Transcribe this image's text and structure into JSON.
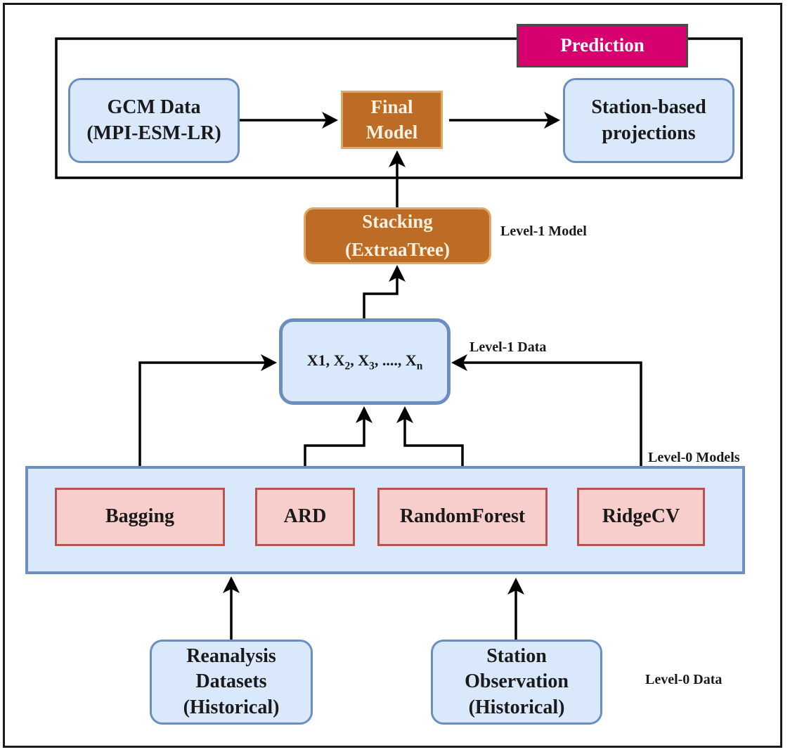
{
  "prediction": {
    "label": "Prediction"
  },
  "gcm": {
    "line1": "GCM Data",
    "line2": "(MPI-ESM-LR)"
  },
  "final_model": {
    "line1": "Final",
    "line2": "Model"
  },
  "station_projections": {
    "line1": "Station-based",
    "line2": "projections"
  },
  "stacking": {
    "line1": "Stacking",
    "line2": "(ExtraaTree)"
  },
  "labels": {
    "level1_model": "Level-1 Model",
    "level1_data": "Level-1 Data",
    "level0_models": "Level-0 Models",
    "level0_data": "Level-0 Data"
  },
  "features": {
    "x1": "X1,",
    "x2": "X",
    "x2_sub": "2",
    "x3": "X",
    "x3_sub": "3",
    "dots": "....,",
    "xn": "X",
    "xn_sub": "n",
    "sep": ","
  },
  "models": [
    "Bagging",
    "ARD",
    "RandomForest",
    "RidgeCV"
  ],
  "reanalysis": {
    "line1": "Reanalysis",
    "line2": "Datasets",
    "line3": "(Historical)"
  },
  "station_obs": {
    "line1": "Station",
    "line2": "Observation",
    "line3": "(Historical)"
  },
  "colors": {
    "blue_fill": "#dae8fc",
    "blue_border": "#6c8ebf",
    "orange_fill": "#bc6c25",
    "orange_border": "#e0a867",
    "pink_fill": "#f8cecc",
    "pink_border": "#b85450",
    "prediction_fill": "#d6006e"
  }
}
